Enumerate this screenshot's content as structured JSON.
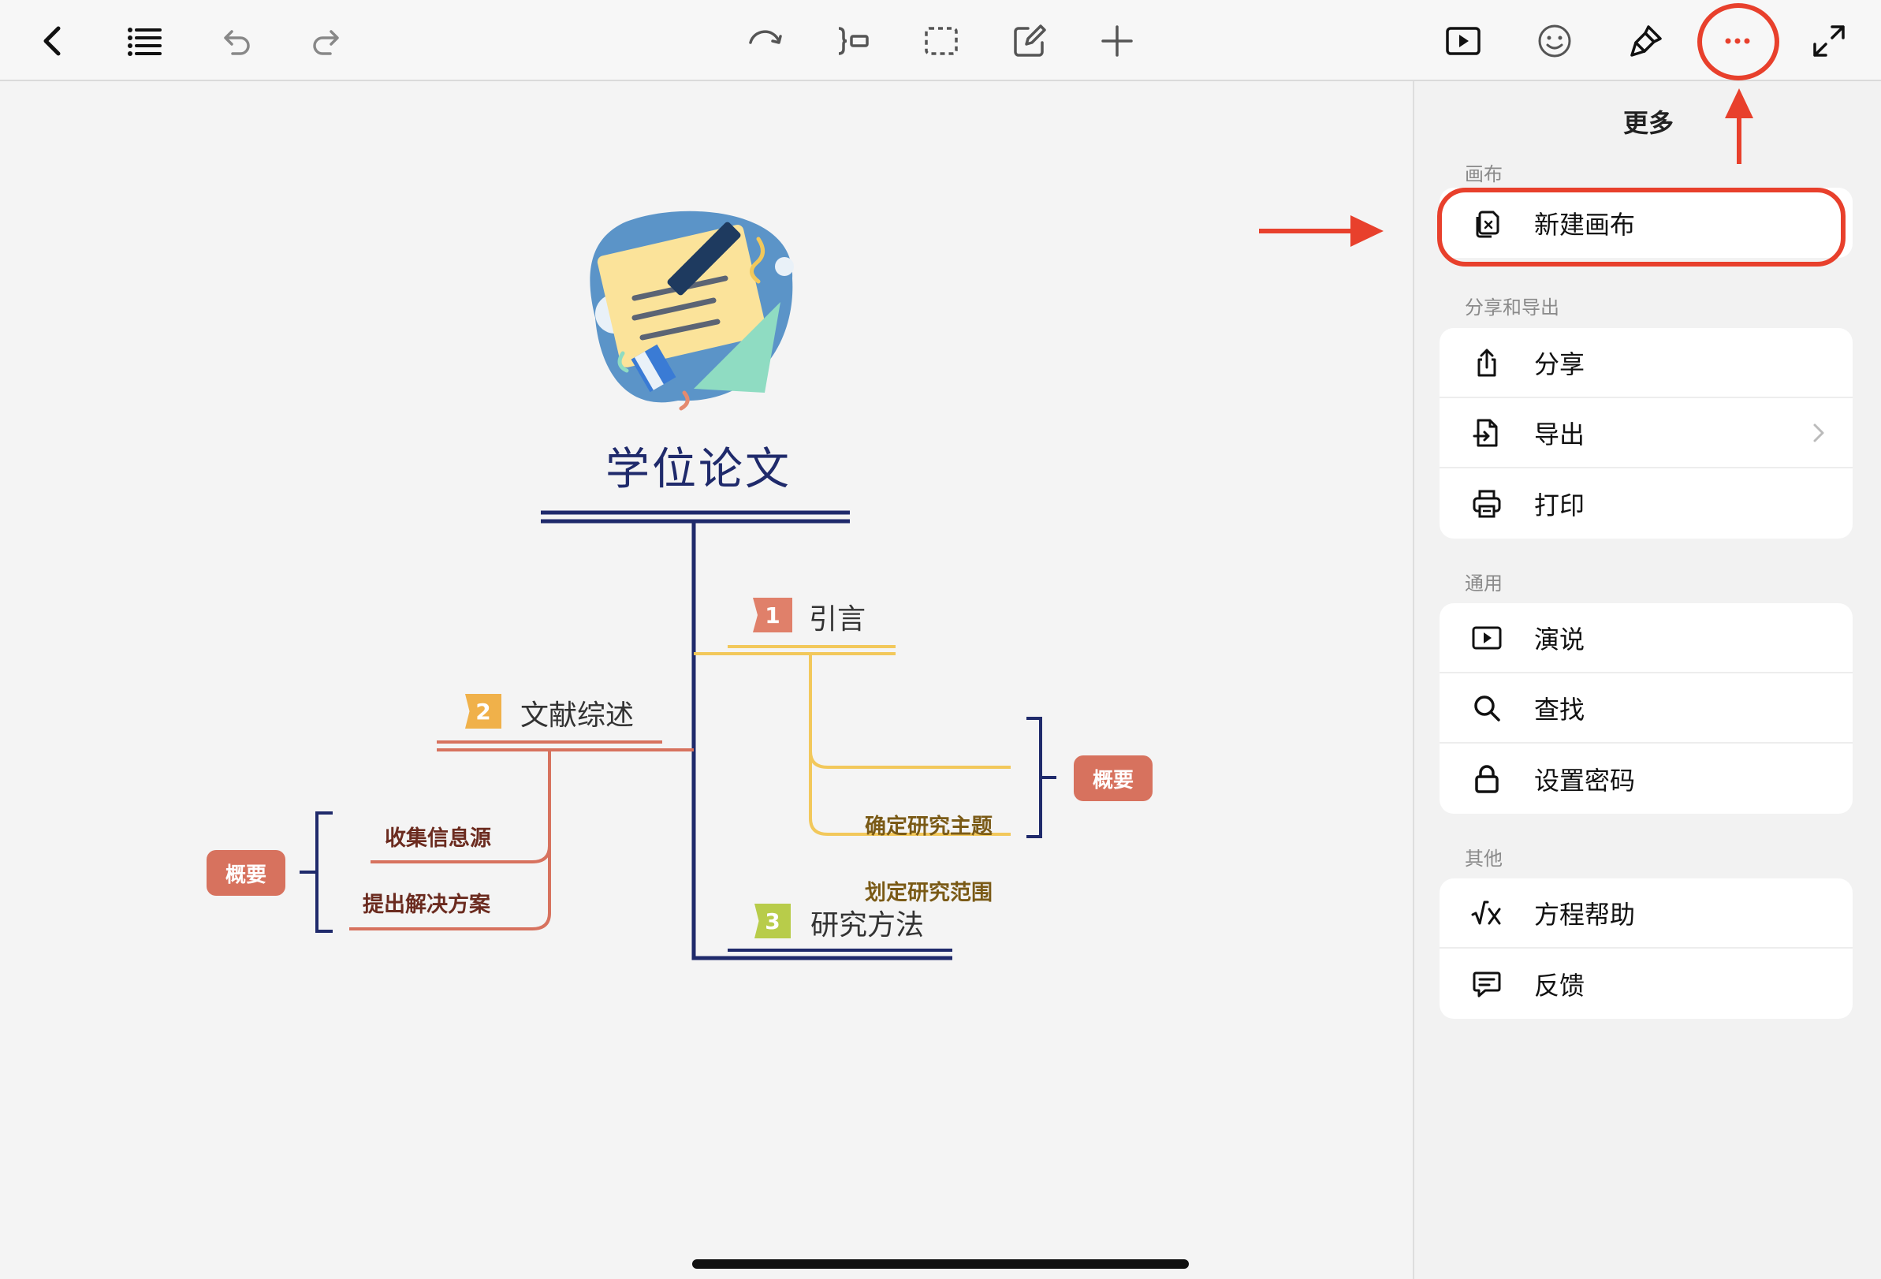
{
  "toolbar": {
    "left_icons": [
      "back-icon",
      "outline-list-icon",
      "undo-icon",
      "redo-icon"
    ],
    "center_icons": [
      "relationship-icon",
      "boundary-icon",
      "select-icon",
      "edit-note-icon",
      "add-icon"
    ],
    "right_icons": [
      "present-icon",
      "emoji-icon",
      "style-brush-icon",
      "more-icon",
      "fullscreen-icon"
    ]
  },
  "mindmap": {
    "central_topic": "学位论文",
    "branches": [
      {
        "number": "1",
        "title": "引言",
        "color": "#f2c85b",
        "subtopics": [
          "确定研究主题",
          "划定研究范围"
        ],
        "summary": "概要"
      },
      {
        "number": "2",
        "title": "文献综述",
        "color": "#d7725e",
        "subtopics": [
          "收集信息源",
          "提出解决方案"
        ],
        "summary": "概要"
      },
      {
        "number": "3",
        "title": "研究方法",
        "color": "#b8cc4a",
        "subtopics": []
      }
    ],
    "trunk_color": "#1f2a6b"
  },
  "panel": {
    "title": "更多",
    "sections": [
      {
        "label": "画布",
        "items": [
          {
            "icon": "new-canvas-icon",
            "label": "新建画布"
          }
        ]
      },
      {
        "label": "分享和导出",
        "items": [
          {
            "icon": "share-icon",
            "label": "分享"
          },
          {
            "icon": "export-icon",
            "label": "导出",
            "has_submenu": true
          },
          {
            "icon": "print-icon",
            "label": "打印"
          }
        ]
      },
      {
        "label": "通用",
        "items": [
          {
            "icon": "present-icon",
            "label": "演说"
          },
          {
            "icon": "search-icon",
            "label": "查找"
          },
          {
            "icon": "lock-icon",
            "label": "设置密码"
          }
        ]
      },
      {
        "label": "其他",
        "items": [
          {
            "icon": "formula-icon",
            "label": "方程帮助"
          },
          {
            "icon": "feedback-icon",
            "label": "反馈"
          }
        ]
      }
    ]
  },
  "annotation_color": "#e8402c"
}
